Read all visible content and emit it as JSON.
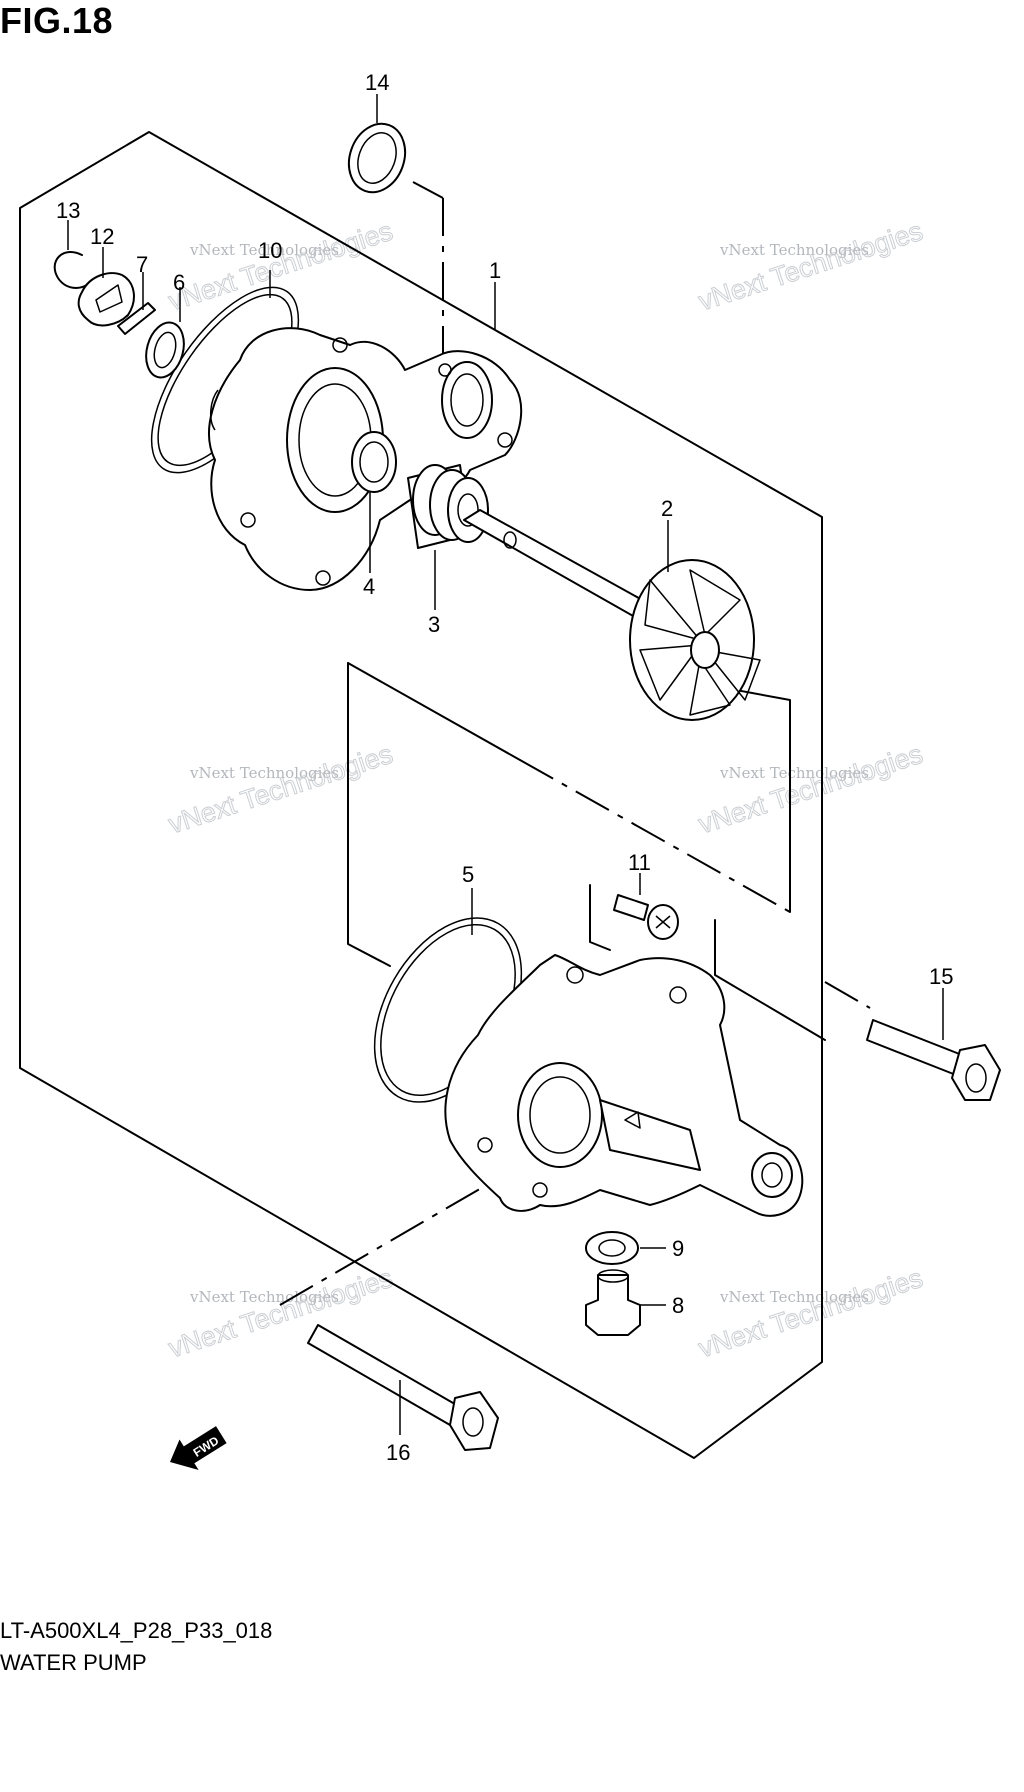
{
  "figure": {
    "title": "FIG.18",
    "drawing_code": "LT-A500XL4_P28_P33_018",
    "caption": "WATER PUMP"
  },
  "callouts": {
    "c1": "1",
    "c2": "2",
    "c3": "3",
    "c4": "4",
    "c5": "5",
    "c6": "6",
    "c7": "7",
    "c8": "8",
    "c9": "9",
    "c10": "10",
    "c11": "11",
    "c12": "12",
    "c13": "13",
    "c14": "14",
    "c15": "15",
    "c16": "16"
  },
  "watermark": {
    "line1": "vNext Technologies",
    "line2": "vNext Technologies"
  },
  "direction_arrow": {
    "label": "FWD"
  }
}
